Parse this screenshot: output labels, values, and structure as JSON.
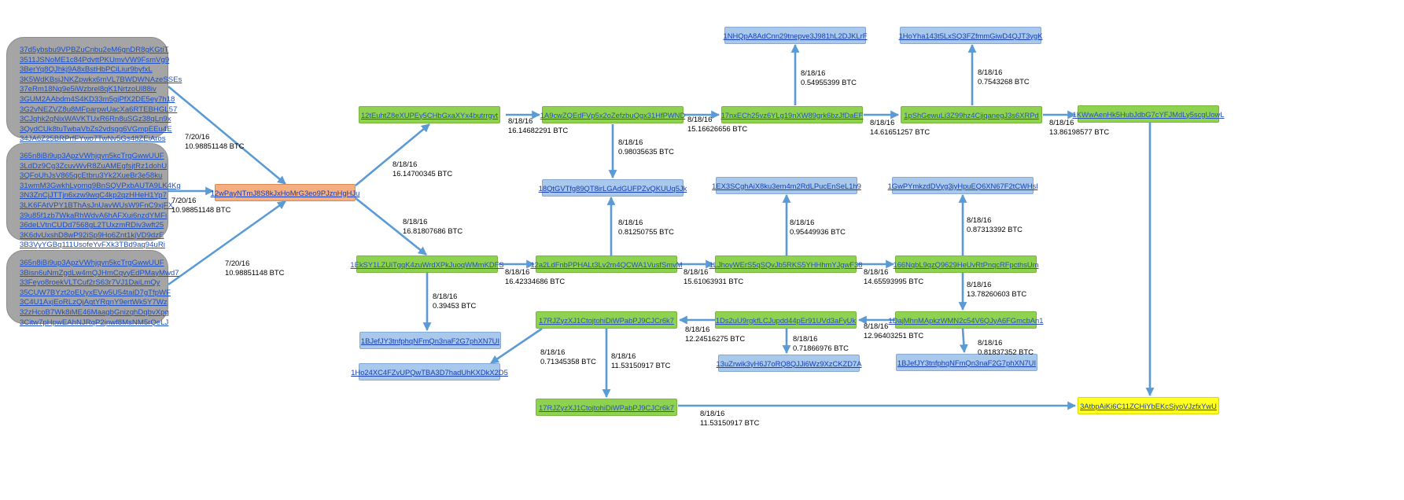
{
  "colors": {
    "arrow": "#5b9bd5",
    "group_fill": "#a5a5a5",
    "green_node": "#8fd24f",
    "blue_node": "#a8c8ec",
    "orange_node": "#f4ae80",
    "yellow_node": "#ffff22",
    "link": "#1d4fc4"
  },
  "groups": [
    {
      "addresses": [
        "37d5ybsbu9VPBZuCnbu2eM6gnDR8gKGtiT",
        "3511JSNoME1c84PdvttPKUmvVW9FsmVg9",
        "3BerYq8QJhkj9A8xBstHbPCiLiur9byfxL",
        "3K5WdKBsjJNKZpwkx6mVL7BWDWNAzeSSEs",
        "37eRm18Nq9e5iWzbrel8qK1NrtzoUl88iv",
        "3GUM2AAbdm4S4KD33m5gjPfX2DE5ey7h18",
        "3G2vNEZVZ8u8MFparpwUacXa6RTEBHGL57",
        "3CJqhk2qNixWAVKTUxR6Rn8uSGz38qLn9x",
        "3QydCUk8tuTwbaVbZs2vdsgg6VGmpEEu4E",
        "34JA6Z25BRPrfFYwo7TwNv5Gs48ZEiAros"
      ]
    },
    {
      "addresses": [
        "365n8iBi9up3ApzVWhjqvn5kcTrgGwwUUF",
        "3LdDz9Cg3ZcuvWvR8ZuAMEgfsjtRz1dohU",
        "3QFoUhJsV865qcEtbru3Yk2XueBr3e58ku",
        "31wmM3GwkhLyomq9BnSQVPxbAUTA9LK4Kg",
        "3N3ZnCjJTTjn6xzw9wqC4kp2qzHHeH1Yp7",
        "3LK6FAtVPY1BThAsJnUavWUsW9FnC9xjFX",
        "39u85f1zb7WkaRhWdvA6hAFXui6nzdYMFi",
        "36deLVtnCUDd7568gL2TUxzmRDiv3wft25",
        "3K6dvUxshD8wP92iSp9Ho6Znt1kjVD9dzE",
        "3B3VyYGBq111UsofeYvFXk3TBd9aq94uRi"
      ]
    },
    {
      "addresses": [
        "365n8iBi9up3ApzVWhjqvn5kcTrgGwwUUF",
        "3Bisn6uNmZgdLw4mQJHmCqvyEdPMayMwd7",
        "33Feyo8roekVLTCuf2rS63r7VJ1DaiLmQy",
        "35CUW7BYzt2oEUyxEVw5U54taiD7gTfpWF",
        "3C4U1AxjEoRLzQjAgtYRgnY9ertWk5Y7Wz",
        "32zHcoB7Wk8iME46MaagbGnizqhDqbvXpg",
        "3Citw7pHpwEAhNJRqP2jnwf8MsNM5rQeLJ"
      ]
    }
  ],
  "nodes": [
    {
      "id": "n_orange",
      "style": "orange",
      "label": "12wPayNTmJ8S8kJxHoMrG3eo9PJznHgHJu"
    },
    {
      "id": "n_g1",
      "style": "green",
      "label": "12tEuhtZ8eXUPEy5CHbGxaXYx4butrrgvt"
    },
    {
      "id": "n_g2",
      "style": "green",
      "label": "1A9cwZQEdFVp5x2oZefzbuQgx31HfPWND"
    },
    {
      "id": "n_g3",
      "style": "green",
      "label": "17nxECh25vz6YLg19nXW89grk6bzJfDaEF"
    },
    {
      "id": "n_g4",
      "style": "green",
      "label": "1pShGewuLi3Z99hz4CjiqanegJ3s6XRPd"
    },
    {
      "id": "n_g5",
      "style": "green",
      "label": "1KWwAenHk5HubJdbG7cYFJMdLy5scgUowL"
    },
    {
      "id": "n_top1",
      "style": "blue",
      "label": "1NHQpA8AdCnn29tnepve3J981hL2DJKLrF"
    },
    {
      "id": "n_top2",
      "style": "blue",
      "label": "1HoYha143t5LxSQ3FZfmmGiwD4QJT3ygK"
    },
    {
      "id": "n_b18",
      "style": "blue",
      "label": "18QtGVTfg89QT8irLGAdGUFPZvQKUUq5Jk"
    },
    {
      "id": "n_b1EX",
      "style": "blue",
      "label": "1EX3SCghAiX8ku3em4m2RdLPucEnSeL1h9"
    },
    {
      "id": "n_b1Gw",
      "style": "blue",
      "label": "1GwPYmkzdDVyg3jyHpuEQ6XN67F2tCWHsl"
    },
    {
      "id": "n_g6",
      "style": "green",
      "label": "1EkSY1LZUiTgqK4zuWrdXPkJuoqWMmKDFS"
    },
    {
      "id": "n_g7",
      "style": "green",
      "label": "12a2LdFnbPPHALt3Lv2m4QCWA1VusfSmvM"
    },
    {
      "id": "n_g8",
      "style": "green",
      "label": "1LJhoyWErS5qSQvJb5RKS5YHHhmYJgwF38"
    },
    {
      "id": "n_g9",
      "style": "green",
      "label": "166NqbL9qzQ9629HeUvRtPnqcRFpcthsUm"
    },
    {
      "id": "n_g10",
      "style": "green",
      "label": "17RJZyzXJ1CtojtohiDiWPabPJ9CJCr6k7"
    },
    {
      "id": "n_g11",
      "style": "green",
      "label": "1Ds2uU9rgkfLCJupdd44pEr91UVd3aFyUk"
    },
    {
      "id": "n_g12",
      "style": "green",
      "label": "1DajMhnMApkzWMN2c54V6QJyA6FGmcbAn1"
    },
    {
      "id": "n_b1Bj",
      "style": "blue",
      "label": "1BJefJY3tnfphqNFmQn3naF2G7phXN7UI"
    },
    {
      "id": "n_b1Ho24",
      "style": "blue",
      "label": "1Ho24XC4FZvUPQwTBA3D7hadUhKXDkX2D5"
    },
    {
      "id": "n_b13u",
      "style": "blue",
      "label": "13uZrwik3yH6J7oRQ8QJJi6Wz9XzCKZD7A"
    },
    {
      "id": "n_b1Bj2",
      "style": "blue",
      "label": "1BJefJY3tnfphqNFmQn3naF2G7phXN7UI"
    },
    {
      "id": "n_g13",
      "style": "green",
      "label": "17RJZyzXJ1CtojtohiDiWPabPJ9CJCr6k7"
    },
    {
      "id": "n_yellow",
      "style": "yellow",
      "label": "3AtbpAiKi6C11ZCHiYbEKcSjyoVJzfxYwU"
    }
  ],
  "edges": [
    {
      "id": "e_grp1_orange",
      "date": "7/20/16",
      "amount": "10.98851148 BTC"
    },
    {
      "id": "e_grp2_orange",
      "date": "7/20/16",
      "amount": "10.98851148 BTC"
    },
    {
      "id": "e_grp3_orange",
      "date": "7/20/16",
      "amount": "10.98851148 BTC"
    },
    {
      "id": "e_orange_g1",
      "date": "8/18/16",
      "amount": "16.14700345 BTC"
    },
    {
      "id": "e_orange_g6",
      "date": "8/18/16",
      "amount": "16.81807686 BTC"
    },
    {
      "id": "e_g1_g2",
      "date": "8/18/16",
      "amount": "16.14682291 BTC"
    },
    {
      "id": "e_g2_g3",
      "date": "8/18/16",
      "amount": "15.16626656 BTC"
    },
    {
      "id": "e_g3_g4",
      "date": "8/18/16",
      "amount": "14.61651257 BTC"
    },
    {
      "id": "e_g4_g5",
      "date": "8/18/16",
      "amount": "13.86198577 BTC"
    },
    {
      "id": "e_g3_top1",
      "date": "8/18/16",
      "amount": "0.54955399 BTC"
    },
    {
      "id": "e_g4_top2",
      "date": "8/18/16",
      "amount": "0.7543268 BTC"
    },
    {
      "id": "e_g2_b18",
      "date": "8/18/16",
      "amount": "0.98035635 BTC"
    },
    {
      "id": "e_g7_b18",
      "date": "8/18/16",
      "amount": "0.81250755 BTC"
    },
    {
      "id": "e_g8_b1EX",
      "date": "8/18/16",
      "amount": "0.95449936 BTC"
    },
    {
      "id": "e_g9_b1Gw",
      "date": "8/18/16",
      "amount": "0.87313392 BTC"
    },
    {
      "id": "e_g6_g7",
      "date": "8/18/16",
      "amount": "16.42334686 BTC"
    },
    {
      "id": "e_g7_g8",
      "date": "8/18/16",
      "amount": "15.61063931 BTC"
    },
    {
      "id": "e_g8_g9",
      "date": "8/18/16",
      "amount": "14.65593995 BTC"
    },
    {
      "id": "e_g6_b1Bj",
      "date": "8/18/16",
      "amount": "0.39453 BTC"
    },
    {
      "id": "e_g9_g12",
      "date": "8/18/16",
      "amount": "13.78260603 BTC"
    },
    {
      "id": "e_g12_g11",
      "date": "8/18/16",
      "amount": "12.96403251 BTC"
    },
    {
      "id": "e_g11_g10",
      "date": "8/18/16",
      "amount": "12.24516275 BTC"
    },
    {
      "id": "e_g11_b13u",
      "date": "8/18/16",
      "amount": "0.71866976 BTC"
    },
    {
      "id": "e_g12_b1Bj2",
      "date": "8/18/16",
      "amount": "0.81837352 BTC"
    },
    {
      "id": "e_g10_b1Ho24",
      "date": "8/18/16",
      "amount": "0.71345358 BTC"
    },
    {
      "id": "e_g10_g13",
      "date": "8/18/16",
      "amount": "11.53150917 BTC"
    },
    {
      "id": "e_g13_yellow",
      "date": "8/18/16",
      "amount": "11.53150917 BTC"
    }
  ]
}
